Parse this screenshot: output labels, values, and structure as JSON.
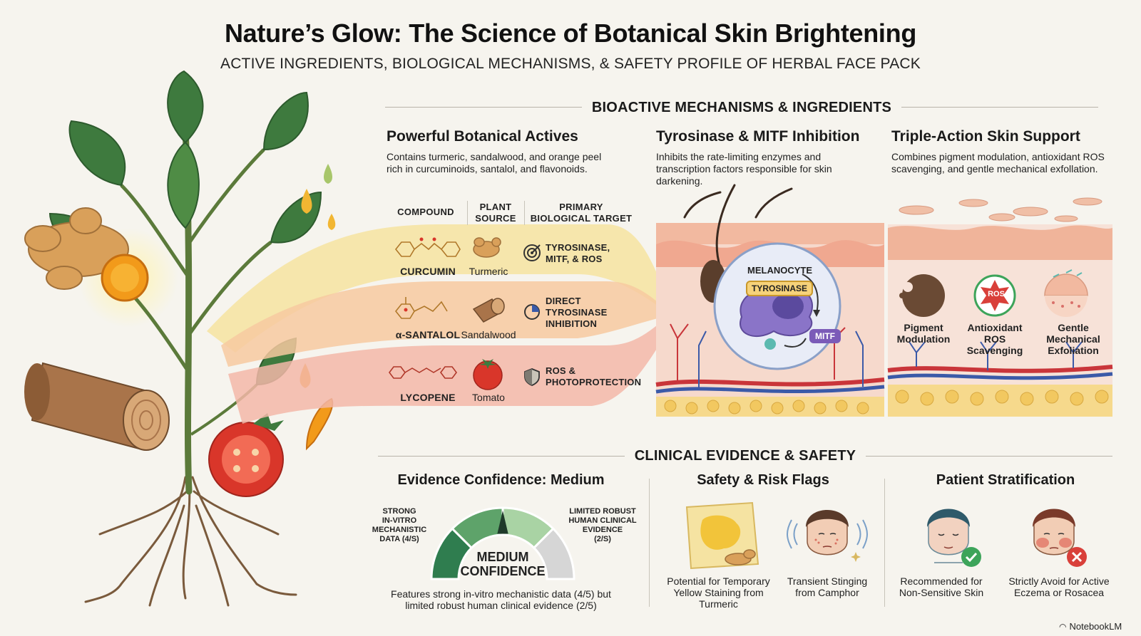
{
  "header": {
    "title": "Nature’s Glow: The Science of Botanical Skin Brightening",
    "subtitle": "ACTIVE INGREDIENTS, BIOLOGICAL MECHANISMS, & SAFETY PROFILE OF HERBAL FACE PACK"
  },
  "mechanisms": {
    "heading": "BIOACTIVE MECHANISMS & INGREDIENTS",
    "actives": {
      "title": "Powerful Botanical Actives",
      "desc_line1": "Contains turmeric, sandalwood, and orange peel",
      "desc_line2": "rich in curcuminoids, santalol, and flavonoids."
    },
    "inhibition": {
      "title": "Tyrosinase & MITF Inhibition",
      "desc_line1": "Inhibits the rate-limiting enzymes and",
      "desc_line2": "transcription factors responsible for skin",
      "desc_line3": "darkening.",
      "melanocyte": "MELANOCYTE",
      "tyrosinase": "TYROSINASE",
      "mitf": "MITF"
    },
    "support": {
      "title": "Triple-Action Skin Support",
      "desc_line1": "Combines pigment modulation, antioxidant ROS",
      "desc_line2": "scavenging, and gentle mechanical exfollation.",
      "ros_badge": "ROS",
      "items": [
        {
          "line1": "Pigment",
          "line2": "Modulation",
          "line3": ""
        },
        {
          "line1": "Antioxidant",
          "line2": "ROS",
          "line3": "Scavenging"
        },
        {
          "line1": "Gentle",
          "line2": "Mechanical",
          "line3": "Exfoliation"
        }
      ]
    },
    "table": {
      "col_compound": "COMPOUND",
      "col_plant_line1": "PLANT",
      "col_plant_line2": "SOURCE",
      "col_target_line1": "PRIMARY",
      "col_target_line2": "BIOLOGICAL TARGET",
      "rows": [
        {
          "compound": "CURCUMIN",
          "source": "Turmeric",
          "target_line1": "TYROSINASE,",
          "target_line2": "MITF, & ROS",
          "target_line3": "",
          "icon": "target-icon"
        },
        {
          "compound": "α-SANTALOL",
          "source": "Sandalwood",
          "target_line1": "DIRECT",
          "target_line2": "TYROSINASE",
          "target_line3": "INHIBITION",
          "icon": "inhibition-icon"
        },
        {
          "compound": "LYCOPENE",
          "source": "Tomato",
          "target_line1": "ROS &",
          "target_line2": "PHOTOPROTECTION",
          "target_line3": "",
          "icon": "shield-icon"
        }
      ]
    }
  },
  "clinical": {
    "heading": "CLINICAL EVIDENCE & SAFETY",
    "evidence": {
      "title": "Evidence Confidence: Medium",
      "left_label": [
        "STRONG",
        "IN-VITRO",
        "MECHANISTIC",
        "DATA (4/S)"
      ],
      "right_label": [
        "LIMITED ROBUST",
        "HUMAN CLINICAL",
        "EVIDENCE",
        "(2/S)"
      ],
      "gauge_line1": "MEDIUM",
      "gauge_line2": "CONFIDENCE",
      "gauge_level_fraction": 0.5,
      "caption_line1": "Features strong in-vitro mechanistic data (4/5) but",
      "caption_line2": "limited robust human clinical evidence (2/5)"
    },
    "safety": {
      "title": "Safety & Risk Flags",
      "item1": [
        "Potential for Temporary",
        "Yellow Staining from",
        "Turmeric"
      ],
      "item2": [
        "Transient Stinging",
        "from Camphor"
      ]
    },
    "stratification": {
      "title": "Patient Stratification",
      "item1": [
        "Recommended for",
        "Non-Sensitive Skin"
      ],
      "item2": [
        "Strictly Avoid for Active",
        "Eczema or Rosacea"
      ]
    }
  },
  "footer": {
    "brand": "NotebookLM"
  },
  "colors": {
    "band_yellow": "#f6e3a0",
    "band_orange": "#f7c9a0",
    "band_red": "#f3b7a8",
    "gauge_dark": "#2f7d4f",
    "gauge_mid": "#5ea36a",
    "gauge_light": "#a9d3a4",
    "gauge_grey": "#d6d6d6",
    "accent_purple": "#7b5bb8",
    "ok_green": "#3da45a",
    "no_red": "#d9403a"
  }
}
